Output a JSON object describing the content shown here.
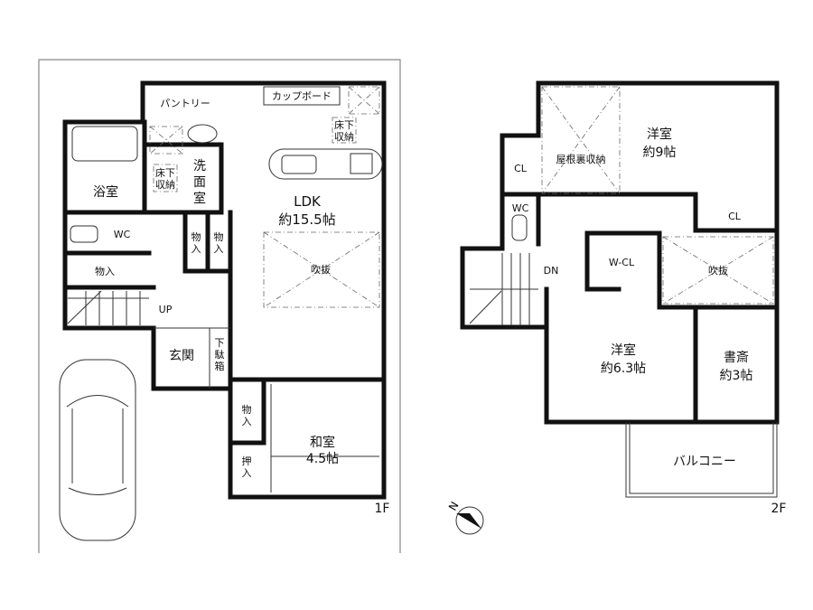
{
  "floor1": {
    "label": "1F",
    "rooms": {
      "pantry": "パントリー",
      "cupboard": "カップボード",
      "underfloor_a_1": "床下",
      "underfloor_a_2": "収納",
      "underfloor_b_1": "床下",
      "underfloor_b_2": "収納",
      "bath": "浴室",
      "washroom_1": "洗",
      "washroom_2": "面",
      "washroom_3": "室",
      "wc": "WC",
      "storage_1": "物入",
      "closet_a_1": "物",
      "closet_a_2": "入",
      "closet_b_1": "物",
      "closet_b_2": "入",
      "ldk": "LDK",
      "ldk_size": "約15.5帖",
      "void": "吹抜",
      "up": "UP",
      "entrance": "玄関",
      "shoebox_1": "下",
      "shoebox_2": "駄",
      "shoebox_3": "箱",
      "closet_c_1": "物",
      "closet_c_2": "入",
      "oshiire_1": "押",
      "oshiire_2": "入",
      "washitsu": "和室",
      "washitsu_size": "4.5帖"
    }
  },
  "floor2": {
    "label": "2F",
    "rooms": {
      "attic": "屋根裏収納",
      "bedroom_main": "洋室",
      "bedroom_main_size": "約9帖",
      "cl_1": "CL",
      "cl_2": "CL",
      "wc": "WC",
      "dn": "DN",
      "wcl": "W-CL",
      "void": "吹抜",
      "bedroom_2": "洋室",
      "bedroom_2_size": "約6.3帖",
      "study": "書斎",
      "study_size": "約3帖",
      "balcony": "バルコニー"
    }
  },
  "compass": {
    "label": "N"
  }
}
